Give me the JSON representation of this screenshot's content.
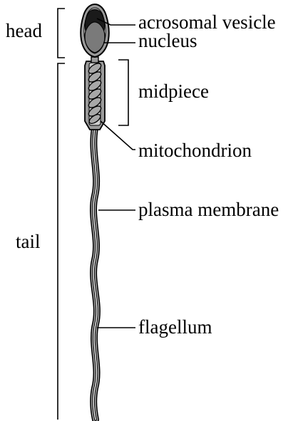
{
  "diagram": {
    "regions": {
      "head": "head",
      "tail": "tail",
      "midpiece": "midpiece"
    },
    "parts": {
      "acrosomal_vesicle": "acrosomal vesicle",
      "nucleus": "nucleus",
      "mitochondrion": "mitochondrion",
      "plasma_membrane": "plasma membrane",
      "flagellum": "flagellum"
    },
    "colors": {
      "outline": "#000000",
      "membrane_fill": "#9a9a9a",
      "head_fill": "#ffffff",
      "nucleus_fill": "#7a7a7a",
      "acrosome_fill": "#1a1a1a",
      "mito_fill": "#a8a8a8",
      "flagellum_fill": "#ffffff"
    }
  }
}
